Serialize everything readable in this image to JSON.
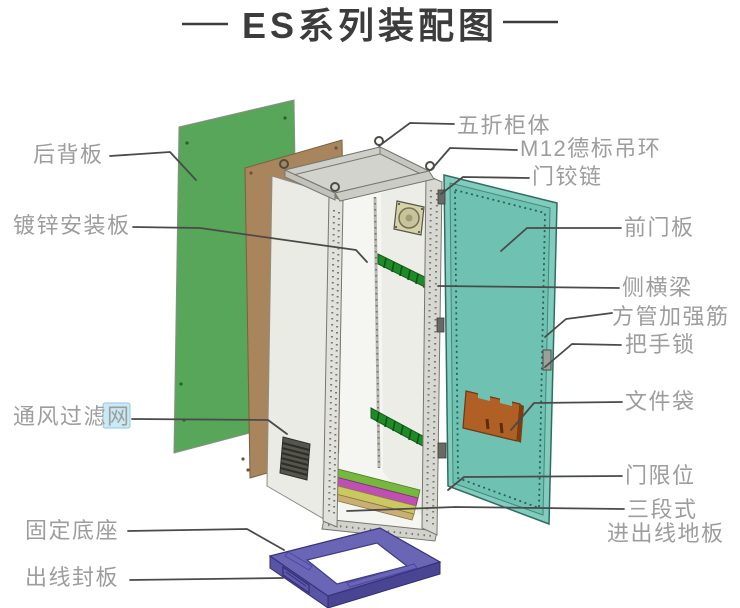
{
  "title": {
    "text": "ES系列装配图"
  },
  "annotations": {
    "left": [
      {
        "id": "rear-panel",
        "label": "后背板"
      },
      {
        "id": "mounting-plate",
        "label": "镀锌安装板"
      },
      {
        "id": "vent-filter",
        "label": "通风过滤",
        "label_highlight": "网"
      },
      {
        "id": "fixed-base",
        "label": "固定底座"
      },
      {
        "id": "outlet-cover",
        "label": "出线封板"
      }
    ],
    "right": [
      {
        "id": "five-fold-cabinet",
        "label": "五折柜体"
      },
      {
        "id": "m12-lifting-ring",
        "label": "M12德标吊环"
      },
      {
        "id": "door-hinge",
        "label": "门铰链"
      },
      {
        "id": "front-door",
        "label": "前门板"
      },
      {
        "id": "side-crossbeam",
        "label": "侧横梁"
      },
      {
        "id": "square-tube-rib",
        "label": "方管加强筋"
      },
      {
        "id": "handle-lock",
        "label": "把手锁"
      },
      {
        "id": "document-bag",
        "label": "文件袋"
      },
      {
        "id": "door-limiter",
        "label": "门限位"
      },
      {
        "id": "floor-line1",
        "label": "三段式"
      },
      {
        "id": "floor-line2",
        "label": "进出线地板"
      }
    ]
  },
  "colors": {
    "rear_panel": "#57a65a",
    "mounting_plate": "#a8855c",
    "cabinet_body": "#ebebe6",
    "cabinet_top": "#d3d3cd",
    "door_face": "#6fc2b2",
    "door_rim": "#82ccbd",
    "beam": "#1f8a28",
    "fan_plate": "#d6d2a6",
    "floor_strips": [
      "#76b73e",
      "#bf4fb2",
      "#c9c960",
      "#c9af74"
    ],
    "base_top": "#6b65b6",
    "base_side_left": "#5a54a6",
    "base_side_right": "#4a4592",
    "document_bag": "#b06024",
    "vent_grille": "#55554e",
    "label_text": "#9d9d9d",
    "title_text": "#3c3c3c",
    "leader_line": "#4a4a4a",
    "highlight_box": "#c9e9f4"
  }
}
